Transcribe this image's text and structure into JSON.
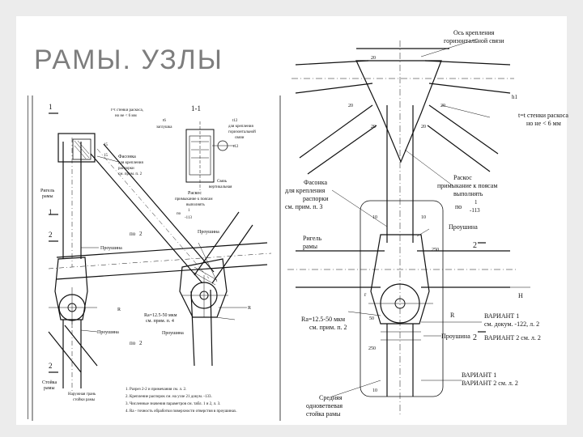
{
  "title": "РАМЫ. УЗЛЫ",
  "left_drawing": {
    "section_11": "1-1",
    "mark_1": "1",
    "mark_2": "2",
    "t_note_1": "t=t стенки раскоса,",
    "t_note_2": "но не < 6 мм",
    "fasonka_1": "Фасонка",
    "fasonka_2": "для крепления",
    "fasonka_3": "распорки",
    "fasonka_4": "см. прим. п. 2",
    "t6": "t6",
    "zaglushka": "заглушка",
    "t12a": "t12",
    "dlya_krepl_1": "для крепления",
    "dlya_krepl_2": "горизонтальной",
    "dlya_krepl_3": "связи",
    "t12b": "t12",
    "svyaz_1": "Связь",
    "svyaz_2": "вертикальная",
    "raskos_1": "Раскос",
    "raskos_2": "примыкание к поясам",
    "raskos_3": "выполнять",
    "raskos_4": "по",
    "frac_top": "1",
    "frac_bot": "-113",
    "rigel_1": "Ригель",
    "rigel_2": "рамы",
    "proushina_a": "Проушина",
    "proushina_b": "Проушина",
    "proushina_c": "Проушина",
    "ra_1": "Ra=12.5-50 мкм",
    "ra_2": "см. прим. п. 4",
    "po_2a": "по",
    "po_2b": "по",
    "r": "R",
    "stoika_1": "Стойка",
    "stoika_2": "рамы",
    "grand_1": "Наружная грань",
    "grand_2": "стойки рамы",
    "n15": "15",
    "notes": [
      "1. Разрез 2-2 и примечания см. л. 2.",
      "2. Крепление распорок см. на узле 21 докум. -133.",
      "3. Численные значения параметров см. табл. 1 и 2, л. 3.",
      "4. Ra - точность обработки поверхности отверстия в проушинах."
    ]
  },
  "right_drawing": {
    "axis_1": "Ось крепления",
    "axis_2": "горизонтальной связи",
    "t_note_1": "t=t стенки раскоса",
    "t_note_2": "но не < 6 мм",
    "raskos_1": "Раскос",
    "raskos_2": "примыкание к поясам",
    "raskos_3": "выполнять",
    "raskos_4": "по",
    "frac_top": "1",
    "frac_bot": "-113",
    "fasonka_1": "Фасонка",
    "fasonka_2": "для крепления",
    "fasonka_3": "распорки",
    "fasonka_4": "см. прим. п. 3",
    "rigel_1": "Ригель",
    "rigel_2": "рамы",
    "proushina_top": "Проушина",
    "proushina_bot": "Проушина",
    "ra_1": "Ra=12.5-50 мкм",
    "ra_2": "см. прим. п. 2",
    "r": "R",
    "mark_2": "2",
    "h": "H",
    "var1a": "ВАРИАНТ 1",
    "var1b": "см. докум. -122, л. 2",
    "var2a": "ВАРИАНТ 2  см. л. 2",
    "var1c": "ВАРИАНТ 1",
    "var2b": "ВАРИАНТ 2 см. л. 2",
    "srednyaya_1": "Средняя",
    "srednyaya_2": "одноветвевая",
    "srednyaya_3": "стойка рамы",
    "d20a": "20",
    "d20b": "20",
    "d20c": "20",
    "d20d": "20",
    "d20e": "20",
    "d10a": "10",
    "d10b": "10",
    "d10c": "10",
    "d250a": "250",
    "d250b": "250",
    "d50": "50",
    "h1": "h1",
    "r_small": "r"
  }
}
